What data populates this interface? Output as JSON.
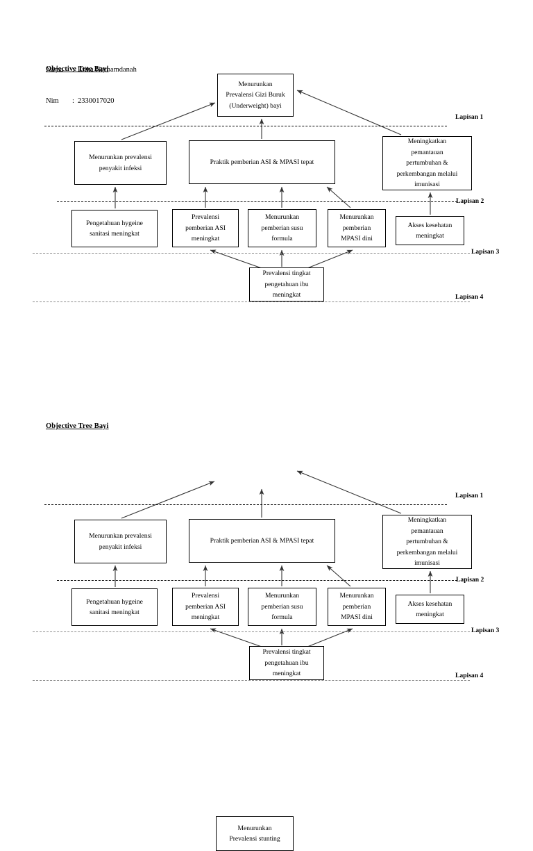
{
  "header": {
    "nama_label": "Nama",
    "nama_sep": ":",
    "nama_value": "Erika Nurhamdanah",
    "nim_label": "Nim",
    "nim_sep": ":",
    "nim_value": "2330017020"
  },
  "diagrams": [
    {
      "title": "Objective Tree Bayi",
      "root": "Menurunkan\nPrevalensi Gizi Buruk\n(Underweight) bayi",
      "nodes": {
        "infeksi": "Menurunkan prevalensi\npenyakit infeksi",
        "praktik": "Praktik pemberian ASI & MPASI tepat",
        "imunisasi": "Meningkatkan\npemantauan\npertumbuhan  &\nperkembangan melalui\nimunisasi",
        "hygiene": "Pengetahuan hygeine\nsanitasi meningkat",
        "asi": "Prevalensi\npemberian ASI\nmeningkat",
        "formula": "Menurunkan\npemberian susu\nformula",
        "mpasi": "Menurunkan\npemberian\nMPASI dini",
        "akses": "Akses kesehatan\nmeningkat",
        "ibu": "Prevalensi tingkat\npengetahuan ibu\nmeningkat"
      },
      "layers": {
        "lapisan_1": "Lapisan  1",
        "lapisan_2": "Lapisan 2",
        "lapisan_3": "Lapisan 3",
        "lapisan_4": "Lapisan 4"
      }
    },
    {
      "title": "Objective Tree Bayi",
      "root": "Menurunkan\nPrevalensi stunting",
      "nodes": {
        "infeksi": "Menurunkan prevalensi\npenyakit infeksi",
        "praktik": "Praktik pemberian ASI & MPASI tepat",
        "imunisasi": "Meningkatkan\npemantauan\npertumbuhan  &\nperkembangan melalui\nimunisasi",
        "hygiene": "Pengetahuan hygeine\nsanitasi meningkat",
        "asi": "Prevalensi\npemberian ASI\nmeningkat",
        "formula": "Menurunkan\npemberian susu\nformula",
        "mpasi": "Menurunkan\npemberian\nMPASI dini",
        "akses": "Akses kesehatan\nmeningkat",
        "ibu": "Prevalensi tingkat\npengetahuan ibu\nmeningkat"
      },
      "layers": {
        "lapisan_1": "Lapisan  1",
        "lapisan_2": "Lapisan 2",
        "lapisan_3": "Lapisan 3",
        "lapisan_4": "Lapisan 4"
      }
    }
  ],
  "colors": {
    "ink": "#000000",
    "paper": "#ffffff",
    "separator_grey": "#8a8a8a"
  }
}
